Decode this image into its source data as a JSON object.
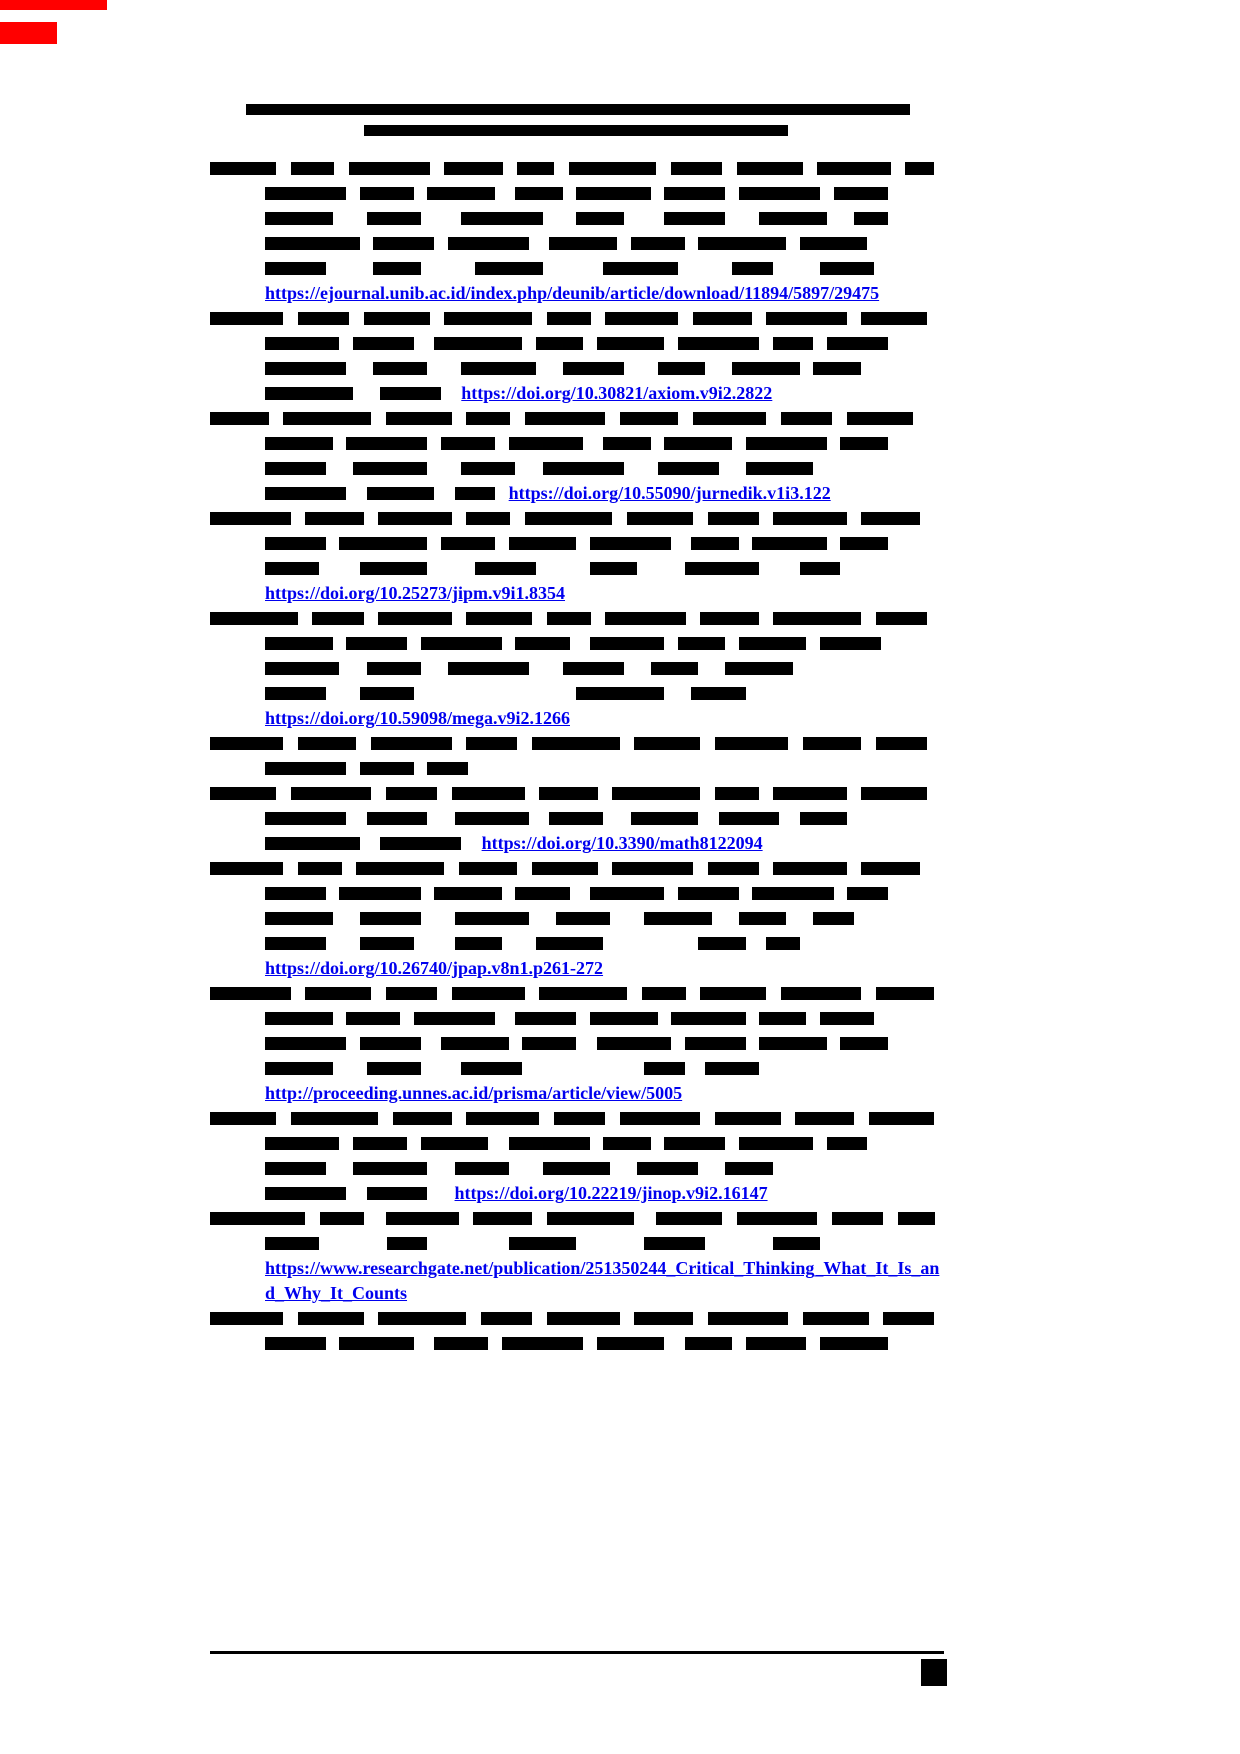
{
  "document": {
    "type": "references-page",
    "title_redacted": true,
    "colors": {
      "background": "#ffffff",
      "text": "#000000",
      "link": "#0000ee",
      "corner_mark": "#ff0000"
    },
    "footer": {
      "page_number_redacted": true
    }
  },
  "references": [
    {
      "link": "https://ejournal.unib.ac.id/index.php/deunib/article/download/11894/5897/29475",
      "rows": [
        {
          "i": 0,
          "p": [
            "b9",
            "g2",
            "b6",
            "g2",
            "b11",
            "g2",
            "b8",
            "g2",
            "b5",
            "g2",
            "b12",
            "g2",
            "b7",
            "g2",
            "b9",
            "g2",
            "b10",
            "g2",
            "b4"
          ]
        },
        {
          "i": 1,
          "p": [
            "b12",
            "g2",
            "b8",
            "g2",
            "b10",
            "g3",
            "b7",
            "g2",
            "b11",
            "g2",
            "b9",
            "g2",
            "b12",
            "g2",
            "b8"
          ]
        },
        {
          "i": 1,
          "p": [
            "b10",
            "g5",
            "b8",
            "g6",
            "b12",
            "g5",
            "b7",
            "g6",
            "b9",
            "g5",
            "b10",
            "g4",
            "b5"
          ]
        },
        {
          "i": 1,
          "p": [
            "b14",
            "g2",
            "b9",
            "g2",
            "b12",
            "g3",
            "b10",
            "g2",
            "b8",
            "g2",
            "b13",
            "g2",
            "b10"
          ]
        },
        {
          "i": 1,
          "p": [
            "b9",
            "g7",
            "b7",
            "g8",
            "b10",
            "g9",
            "b11",
            "g8",
            "b6",
            "g7",
            "b8"
          ]
        },
        {
          "i": 1,
          "wrap": true,
          "p": [
            "L"
          ]
        }
      ]
    },
    {
      "link": "https://doi.org/10.30821/axiom.v9i2.2822",
      "rows": [
        {
          "i": 0,
          "p": [
            "b10",
            "g2",
            "b7",
            "g2",
            "b9",
            "g2",
            "b12",
            "g2",
            "b6",
            "g2",
            "b10",
            "g2",
            "b8",
            "g2",
            "b11",
            "g2",
            "b9"
          ]
        },
        {
          "i": 1,
          "p": [
            "b11",
            "g2",
            "b9",
            "g3",
            "b13",
            "g2",
            "b7",
            "g2",
            "b10",
            "g2",
            "b12",
            "g2",
            "b6",
            "g2",
            "b9"
          ]
        },
        {
          "i": 1,
          "p": [
            "b12",
            "g4",
            "b8",
            "g5",
            "b11",
            "g4",
            "b9",
            "g5",
            "b7",
            "g4",
            "b10",
            "g2",
            "b7"
          ]
        },
        {
          "i": 1,
          "p": [
            "b13",
            "g4",
            "b9",
            "g3",
            "L"
          ]
        }
      ]
    },
    {
      "link": "https://doi.org/10.55090/jurnedik.v1i3.122",
      "rows": [
        {
          "i": 0,
          "p": [
            "b8",
            "g2",
            "b12",
            "g2",
            "b9",
            "g2",
            "b6",
            "g2",
            "b11",
            "g2",
            "b8",
            "g2",
            "b10",
            "g2",
            "b7",
            "g2",
            "b9"
          ]
        },
        {
          "i": 1,
          "p": [
            "b10",
            "g2",
            "b12",
            "g2",
            "b8",
            "g2",
            "b11",
            "g3",
            "b7",
            "g2",
            "b10",
            "g2",
            "b12",
            "g2",
            "b7"
          ]
        },
        {
          "i": 1,
          "p": [
            "b9",
            "g4",
            "b11",
            "g5",
            "b8",
            "g4",
            "b12",
            "g5",
            "b9",
            "g4",
            "b10"
          ]
        },
        {
          "i": 1,
          "p": [
            "b12",
            "g3",
            "b10",
            "g3",
            "b6",
            "g2",
            "L"
          ]
        }
      ]
    },
    {
      "link": "https://doi.org/10.25273/jipm.v9i1.8354",
      "rows": [
        {
          "i": 0,
          "p": [
            "b11",
            "g2",
            "b8",
            "g2",
            "b10",
            "g2",
            "b6",
            "g2",
            "b12",
            "g2",
            "b9",
            "g2",
            "b7",
            "g2",
            "b10",
            "g2",
            "b8"
          ]
        },
        {
          "i": 1,
          "p": [
            "b9",
            "g2",
            "b13",
            "g2",
            "b8",
            "g2",
            "b10",
            "g2",
            "b12",
            "g3",
            "b7",
            "g2",
            "b11",
            "g2",
            "b7"
          ]
        },
        {
          "i": 1,
          "p": [
            "b8",
            "g6",
            "b10",
            "g7",
            "b9",
            "g8",
            "b7",
            "g7",
            "b11",
            "g6",
            "b6"
          ]
        },
        {
          "i": 1,
          "p": [
            "L"
          ]
        }
      ]
    },
    {
      "link": "https://doi.org/10.59098/mega.v9i2.1266",
      "rows": [
        {
          "i": 0,
          "p": [
            "b12",
            "g2",
            "b7",
            "g2",
            "b10",
            "g2",
            "b9",
            "g2",
            "b6",
            "g2",
            "b11",
            "g2",
            "b8",
            "g2",
            "b12",
            "g2",
            "b7"
          ]
        },
        {
          "i": 1,
          "p": [
            "b10",
            "g2",
            "b9",
            "g2",
            "b12",
            "g2",
            "b8",
            "g3",
            "b11",
            "g2",
            "b7",
            "g2",
            "b10",
            "g2",
            "b9"
          ]
        },
        {
          "i": 1,
          "p": [
            "b11",
            "g4",
            "b8",
            "g4",
            "b12",
            "g5",
            "b9",
            "g4",
            "b7",
            "g4",
            "b10"
          ]
        },
        {
          "i": 1,
          "p": [
            "b9",
            "g5",
            "b8",
            "g24",
            "b13",
            "g4",
            "b8"
          ]
        },
        {
          "i": 1,
          "p": [
            "L"
          ]
        }
      ]
    },
    {
      "link": null,
      "rows": [
        {
          "i": 0,
          "p": [
            "b10",
            "g2",
            "b8",
            "g2",
            "b11",
            "g2",
            "b7",
            "g2",
            "b12",
            "g2",
            "b9",
            "g2",
            "b10",
            "g2",
            "b8",
            "g2",
            "b7"
          ]
        },
        {
          "i": 1,
          "p": [
            "b12",
            "g2",
            "b8",
            "g2",
            "b6"
          ]
        }
      ]
    },
    {
      "link": "https://doi.org/10.3390/math8122094",
      "rows": [
        {
          "i": 0,
          "p": [
            "b9",
            "g2",
            "b11",
            "g2",
            "b7",
            "g2",
            "b10",
            "g2",
            "b8",
            "g2",
            "b12",
            "g2",
            "b6",
            "g2",
            "b10",
            "g2",
            "b9"
          ]
        },
        {
          "i": 1,
          "p": [
            "b12",
            "g3",
            "b9",
            "g4",
            "b11",
            "g3",
            "b8",
            "g4",
            "b10",
            "g3",
            "b9",
            "g3",
            "b7"
          ]
        },
        {
          "i": 1,
          "p": [
            "b14",
            "g3",
            "b12",
            "g3",
            "L"
          ]
        }
      ]
    },
    {
      "link": "https://doi.org/10.26740/jpap.v8n1.p261-272",
      "rows": [
        {
          "i": 0,
          "p": [
            "b10",
            "g2",
            "b6",
            "g2",
            "b12",
            "g2",
            "b8",
            "g2",
            "b9",
            "g2",
            "b11",
            "g2",
            "b7",
            "g2",
            "b10",
            "g2",
            "b8"
          ]
        },
        {
          "i": 1,
          "p": [
            "b9",
            "g2",
            "b12",
            "g2",
            "b10",
            "g2",
            "b8",
            "g3",
            "b11",
            "g2",
            "b9",
            "g2",
            "b12",
            "g2",
            "b6"
          ]
        },
        {
          "i": 1,
          "p": [
            "b10",
            "g4",
            "b9",
            "g5",
            "b11",
            "g4",
            "b8",
            "g5",
            "b10",
            "g4",
            "b7",
            "g4",
            "b6"
          ]
        },
        {
          "i": 1,
          "p": [
            "b9",
            "g5",
            "b8",
            "g6",
            "b7",
            "g5",
            "b10",
            "g14",
            "b7",
            "g3",
            "b5"
          ]
        },
        {
          "i": 1,
          "p": [
            "L"
          ]
        }
      ]
    },
    {
      "link": "http://proceeding.unnes.ac.id/prisma/article/view/5005",
      "rows": [
        {
          "i": 0,
          "p": [
            "b11",
            "g2",
            "b9",
            "g2",
            "b7",
            "g2",
            "b10",
            "g2",
            "b12",
            "g2",
            "b6",
            "g2",
            "b9",
            "g2",
            "b11",
            "g2",
            "b8"
          ]
        },
        {
          "i": 1,
          "p": [
            "b10",
            "g2",
            "b8",
            "g2",
            "b12",
            "g3",
            "b9",
            "g2",
            "b10",
            "g2",
            "b11",
            "g2",
            "b7",
            "g2",
            "b8"
          ]
        },
        {
          "i": 1,
          "p": [
            "b12",
            "g2",
            "b9",
            "g3",
            "b10",
            "g2",
            "b8",
            "g3",
            "b11",
            "g2",
            "b9",
            "g2",
            "b10",
            "g2",
            "b7"
          ]
        },
        {
          "i": 1,
          "p": [
            "b10",
            "g5",
            "b8",
            "g6",
            "b9",
            "g18",
            "b6",
            "g3",
            "b8"
          ]
        },
        {
          "i": 1,
          "p": [
            "L"
          ]
        }
      ]
    },
    {
      "link": "https://doi.org/10.22219/jinop.v9i2.16147",
      "rows": [
        {
          "i": 0,
          "p": [
            "b9",
            "g2",
            "b12",
            "g2",
            "b8",
            "g2",
            "b10",
            "g2",
            "b7",
            "g2",
            "b11",
            "g2",
            "b9",
            "g2",
            "b8",
            "g2",
            "b9"
          ]
        },
        {
          "i": 1,
          "p": [
            "b11",
            "g2",
            "b8",
            "g2",
            "b10",
            "g3",
            "b12",
            "g2",
            "b7",
            "g2",
            "b9",
            "g2",
            "b11",
            "g2",
            "b6"
          ]
        },
        {
          "i": 1,
          "p": [
            "b9",
            "g4",
            "b11",
            "g4",
            "b8",
            "g5",
            "b10",
            "g4",
            "b9",
            "g4",
            "b7"
          ]
        },
        {
          "i": 1,
          "p": [
            "b12",
            "g3",
            "b9",
            "g4",
            "L"
          ]
        }
      ]
    },
    {
      "link": "https://www.researchgate.net/publication/251350244_Critical_Thinking_What_It_Is_and_Why_It_Counts",
      "rows": [
        {
          "i": 0,
          "p": [
            "b13",
            "g2",
            "b6",
            "g3",
            "b10",
            "g2",
            "b8",
            "g2",
            "b12",
            "g3",
            "b9",
            "g2",
            "b11",
            "g2",
            "b7",
            "g2",
            "b5"
          ]
        },
        {
          "i": 1,
          "p": [
            "b8",
            "g10",
            "b6",
            "g12",
            "b10",
            "g10",
            "b9",
            "g10",
            "b7"
          ]
        },
        {
          "i": 1,
          "wrap": true,
          "p": [
            "L"
          ]
        }
      ]
    },
    {
      "link": null,
      "rows": [
        {
          "i": 0,
          "p": [
            "b10",
            "g2",
            "b9",
            "g2",
            "b12",
            "g2",
            "b7",
            "g2",
            "b10",
            "g2",
            "b8",
            "g2",
            "b11",
            "g2",
            "b9",
            "g2",
            "b7"
          ]
        },
        {
          "i": 1,
          "p": [
            "b9",
            "g2",
            "b11",
            "g3",
            "b8",
            "g2",
            "b12",
            "g2",
            "b10",
            "g3",
            "b7",
            "g2",
            "b9",
            "g2",
            "b10"
          ]
        }
      ]
    }
  ]
}
